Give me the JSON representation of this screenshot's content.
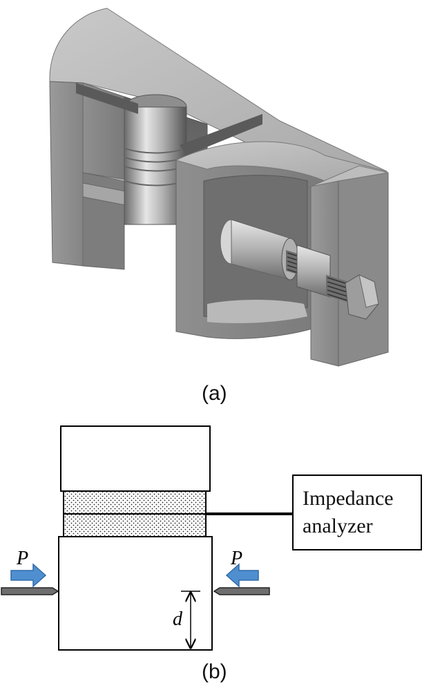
{
  "figure_a": {
    "caption": "(a)"
  },
  "figure_b": {
    "caption": "(b)",
    "analyzer_label_line1": "Impedance",
    "analyzer_label_line2": "analyzer",
    "force_label_left": "P",
    "force_label_right": "P",
    "distance_label": "d",
    "colors": {
      "arrow_fill": "#4f8fd0",
      "arrow_stroke": "#2f6aa8",
      "rod_fill": "#6e6e6e",
      "stipple": "#222222"
    }
  }
}
